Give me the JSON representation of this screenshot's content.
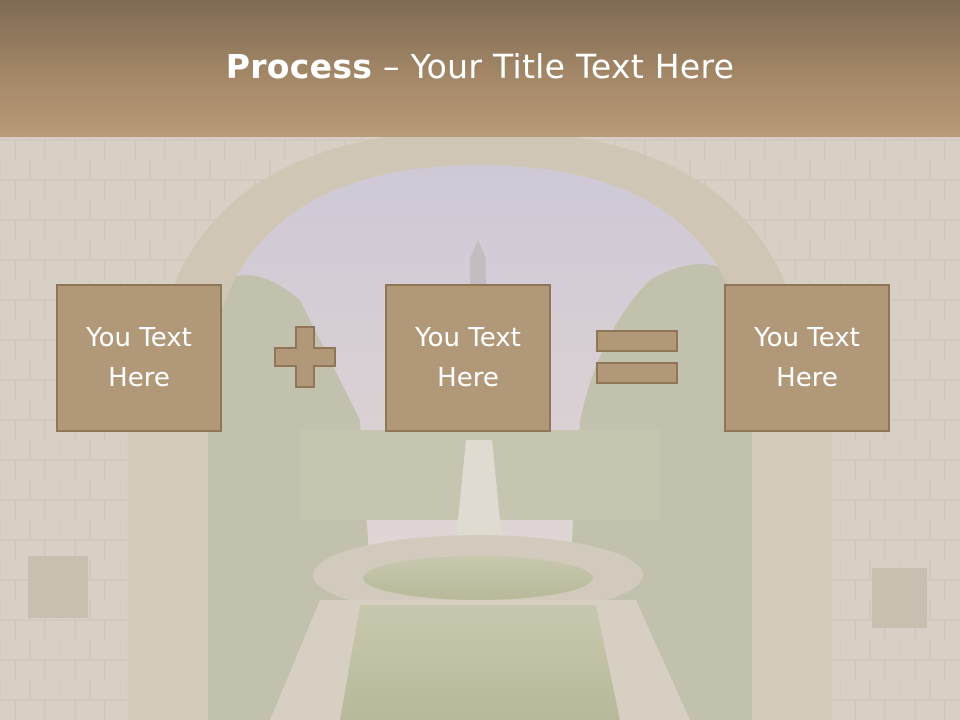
{
  "title": {
    "bold_part": "Process",
    "rest_part": " – Your Title Text Here"
  },
  "boxes": [
    {
      "text": "You Text\nHere"
    },
    {
      "text": "You Text\nHere"
    },
    {
      "text": "You Text\nHere"
    }
  ],
  "operators": {
    "first": "plus",
    "second": "equals"
  },
  "colors": {
    "title_bar": "#a38767",
    "box_fill": "#b19878",
    "box_border": "#8e7656",
    "text": "#ffffff"
  }
}
